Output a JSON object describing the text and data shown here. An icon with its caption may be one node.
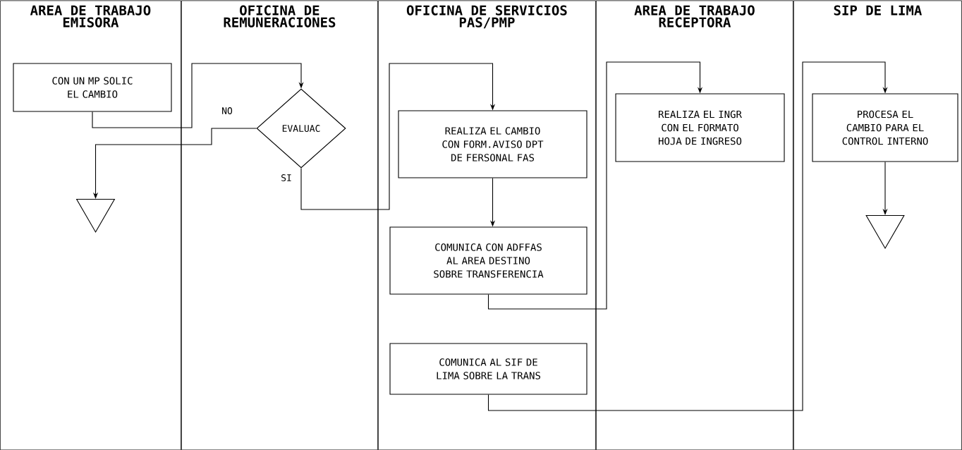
{
  "diagram": {
    "nodes": [
      {
        "text": [
          "AREA DE TRABAJO EMISORA"
        ]
      },
      {
        "text": [
          "OFICINA DE REMUNERACIONES"
        ]
      },
      {
        "text": [
          "OFICINA DE SERVICIOS PAS/PMP"
        ]
      },
      {
        "text": [
          "AREA DE TRABAJO RECEPTORA"
        ]
      },
      {
        "text": [
          "SIP DE LIMA"
        ]
      },
      {
        "text": [
          "CON UN MP SOLIC EL CAMBIO"
        ],
        "in": 0
      },
      {
        "text": [
          "EVALUAC"
        ],
        "in": 1
      },
      {
        "text": [],
        "shape": "triangle",
        "in": 0
      },
      {
        "text": [
          "REALIZA EL CAMBIO CON FORM.AVISO DPT DE FERSONAL FAS"
        ],
        "in": 2
      },
      {
        "text": [
          "COMUNICA CON ADFFAS AL AREA DESTINO SOBRE TRANSFERENCIA"
        ],
        "in": 2
      },
      {
        "text": [
          "COMUNICA AL SIF DE LIMA SOBRE LA TRANS"
        ],
        "in": 2
      },
      {
        "text": [
          "REALIZA EL INGR CON EL FORMATO HOJA DE INGRESO"
        ],
        "in": 3
      },
      {
        "text": [
          "PROCESA EL CAMBIO PARA EL CONTROL INTERNO"
        ],
        "in": 4
      },
      {
        "text": [],
        "shape": "triangle",
        "in": 4
      }
    ],
    "edges": [
      {
        "from": 5,
        "to": 6,
        "arrow": "to"
      },
      {
        "from": 6,
        "to": 7,
        "arrow": "to",
        "label": "NO"
      },
      {
        "from": 6,
        "to": 8,
        "arrow": "to",
        "label": "SI"
      },
      {
        "from": 8,
        "to": 9,
        "arrow": "to"
      },
      {
        "from": 9,
        "to": 11,
        "arrow": "to"
      },
      {
        "from": 10,
        "to": 12,
        "arrow": "to"
      },
      {
        "from": 12,
        "to": 13,
        "arrow": "to"
      }
    ]
  }
}
